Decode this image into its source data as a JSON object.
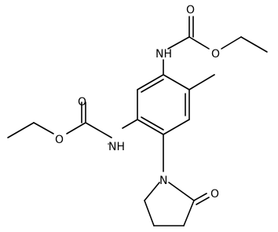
{
  "molecule": {
    "atom_labels": {
      "nh_top": "NH",
      "o_top_carbonyl": "O",
      "o_top_ester": "O",
      "nh_left": "NH",
      "o_left_carbonyl": "O",
      "o_left_ester": "O",
      "n_ring": "N",
      "o_ring": "O"
    },
    "colors": {
      "bond": "#000000",
      "label": "#000000",
      "background": "#ffffff"
    }
  }
}
